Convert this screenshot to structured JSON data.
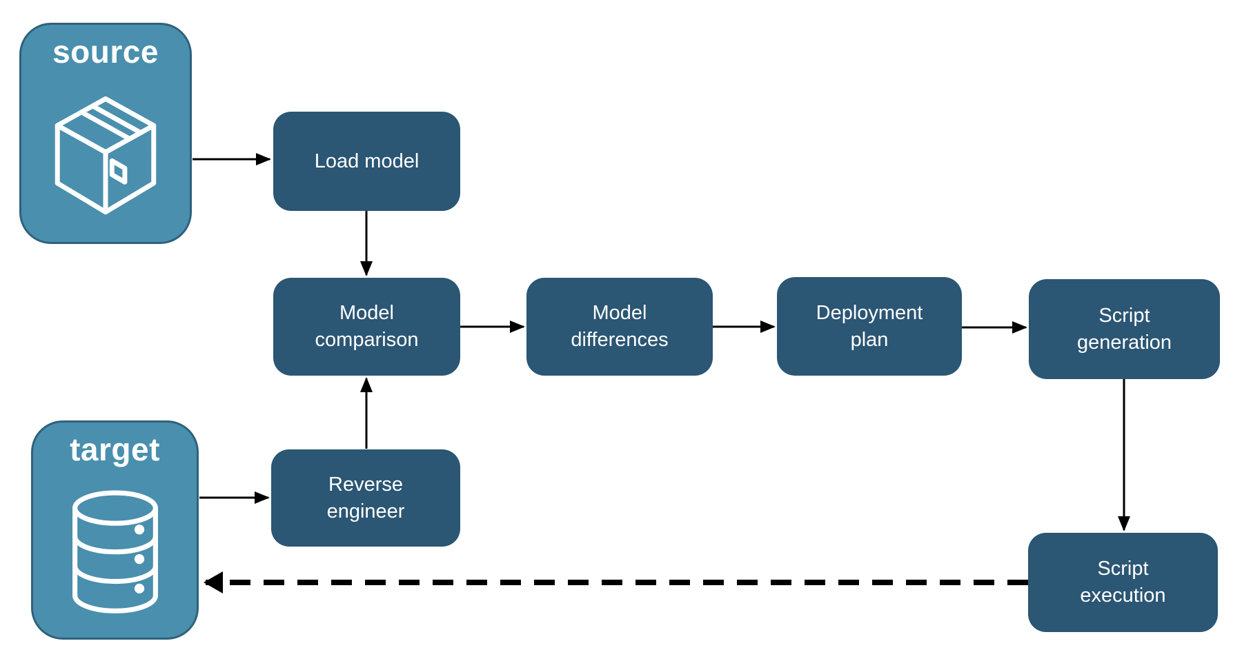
{
  "diagram": {
    "colors": {
      "background": "#ffffff",
      "node_fill": "#2b5674",
      "endpoint_fill": "#4a8fad",
      "endpoint_border": "#2f617c",
      "label_text": "#ffffff",
      "arrow": "#000000"
    },
    "endpoints": {
      "source": {
        "label": "source",
        "icon": "package-icon"
      },
      "target": {
        "label": "target",
        "icon": "database-icon"
      }
    },
    "nodes": {
      "load_model": {
        "label": "Load model"
      },
      "model_comparison": {
        "label": "Model comparison"
      },
      "model_differences": {
        "label": "Model differences"
      },
      "deployment_plan": {
        "label": "Deployment plan"
      },
      "script_generation": {
        "label": "Script generation"
      },
      "reverse_engineer": {
        "label": "Reverse engineer"
      },
      "script_execution": {
        "label": "Script execution"
      }
    },
    "edges": [
      {
        "from": "source",
        "to": "load_model",
        "style": "solid"
      },
      {
        "from": "load_model",
        "to": "model_comparison",
        "style": "solid"
      },
      {
        "from": "model_comparison",
        "to": "model_differences",
        "style": "solid"
      },
      {
        "from": "model_differences",
        "to": "deployment_plan",
        "style": "solid"
      },
      {
        "from": "deployment_plan",
        "to": "script_generation",
        "style": "solid"
      },
      {
        "from": "script_generation",
        "to": "script_execution",
        "style": "solid"
      },
      {
        "from": "target",
        "to": "reverse_engineer",
        "style": "solid"
      },
      {
        "from": "reverse_engineer",
        "to": "model_comparison",
        "style": "solid"
      },
      {
        "from": "script_execution",
        "to": "target",
        "style": "dashed"
      }
    ]
  }
}
